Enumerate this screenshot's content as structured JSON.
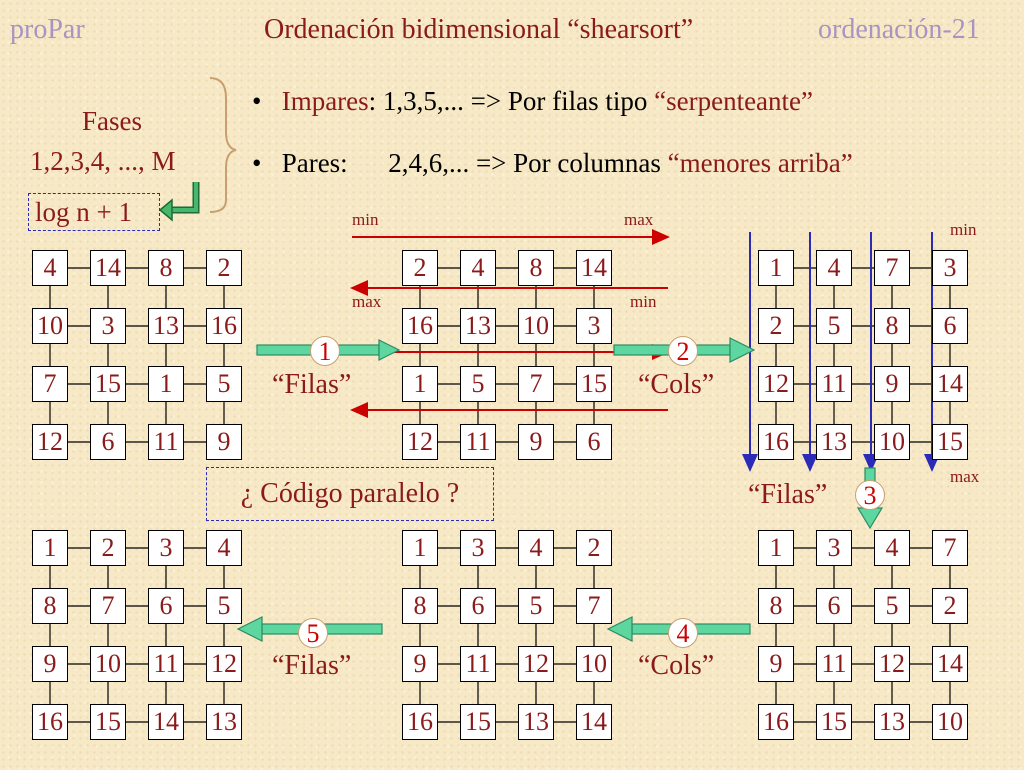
{
  "header": {
    "left": "proPar",
    "title": "Ordenación bidimensional “shearsort”",
    "right": "ordenación-21"
  },
  "fases": {
    "label": "Fases",
    "range": "1,2,3,4, ..., M",
    "log": "log n + 1"
  },
  "bullets": [
    {
      "dot": "•",
      "lead": "Impares",
      "rest": ": 1,3,5,... => Por filas tipo ",
      "hl": "“serpenteante”"
    },
    {
      "dot": "•",
      "lead": "Pares:",
      "rest": "      2,4,6,... => Por columnas ",
      "hl": "“menores arriba”"
    }
  ],
  "direction_labels": {
    "min_top": "min",
    "max_top": "max",
    "max_mid": "max",
    "min_mid": "min",
    "min_right": "min",
    "max_right": "max"
  },
  "steps": [
    {
      "num": "1",
      "label": "“Filas”"
    },
    {
      "num": "2",
      "label": "“Cols”"
    },
    {
      "num": "3",
      "label": "“Filas”"
    },
    {
      "num": "4",
      "label": "“Cols”"
    },
    {
      "num": "5",
      "label": "“Filas”"
    }
  ],
  "question": "¿ Código paralelo ?",
  "grids": [
    {
      "name": "initial",
      "rows": [
        [
          "4",
          "14",
          "8",
          "2"
        ],
        [
          "10",
          "3",
          "13",
          "16"
        ],
        [
          "7",
          "15",
          "1",
          "5"
        ],
        [
          "12",
          "6",
          "11",
          "9"
        ]
      ]
    },
    {
      "name": "after-phase-1",
      "rows": [
        [
          "2",
          "4",
          "8",
          "14"
        ],
        [
          "16",
          "13",
          "10",
          "3"
        ],
        [
          "1",
          "5",
          "7",
          "15"
        ],
        [
          "12",
          "11",
          "9",
          "6"
        ]
      ]
    },
    {
      "name": "after-phase-2",
      "rows": [
        [
          "1",
          "4",
          "7",
          "3"
        ],
        [
          "2",
          "5",
          "8",
          "6"
        ],
        [
          "12",
          "11",
          "9",
          "14"
        ],
        [
          "16",
          "13",
          "10",
          "15"
        ]
      ]
    },
    {
      "name": "final",
      "rows": [
        [
          "1",
          "2",
          "3",
          "4"
        ],
        [
          "8",
          "7",
          "6",
          "5"
        ],
        [
          "9",
          "10",
          "11",
          "12"
        ],
        [
          "16",
          "15",
          "14",
          "13"
        ]
      ]
    },
    {
      "name": "after-phase-4",
      "rows": [
        [
          "1",
          "3",
          "4",
          "2"
        ],
        [
          "8",
          "6",
          "5",
          "7"
        ],
        [
          "9",
          "11",
          "12",
          "10"
        ],
        [
          "16",
          "15",
          "13",
          "14"
        ]
      ]
    },
    {
      "name": "after-phase-3",
      "rows": [
        [
          "1",
          "3",
          "4",
          "7"
        ],
        [
          "8",
          "6",
          "5",
          "2"
        ],
        [
          "9",
          "11",
          "12",
          "14"
        ],
        [
          "16",
          "15",
          "13",
          "10"
        ]
      ]
    }
  ],
  "colors": {
    "text_red": "#8b1a1a",
    "arrow_red": "#cc0000",
    "arrow_blue": "#2b2bb8",
    "arrow_green": "#40b090",
    "step_red": "#cc0000"
  }
}
